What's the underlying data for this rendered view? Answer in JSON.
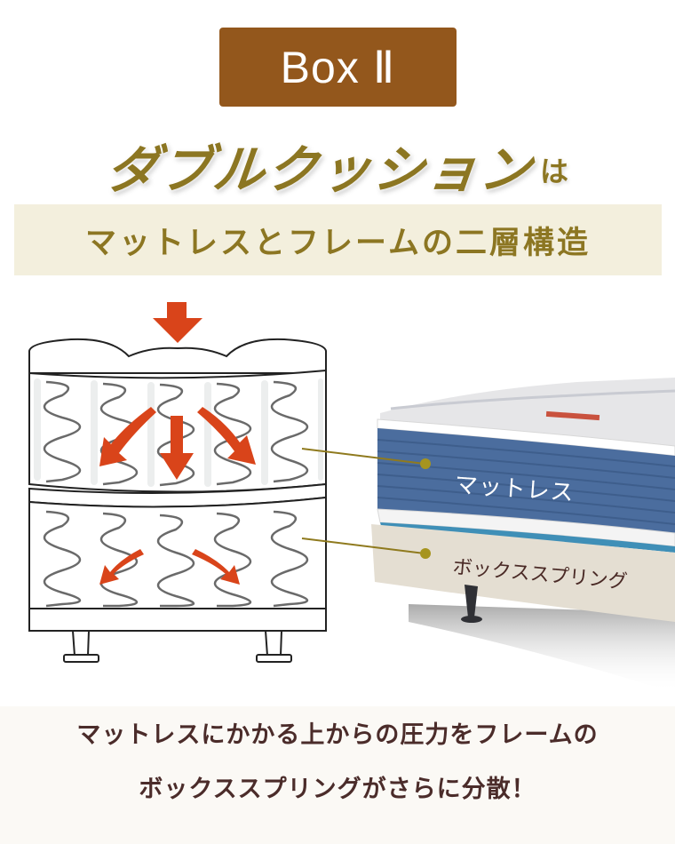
{
  "badge": {
    "label": "Box Ⅱ",
    "color": "#93571c"
  },
  "headline": {
    "main": "ダブルクッション",
    "suffix": "は",
    "color": "#8c7622"
  },
  "subheading": {
    "text": "マットレスとフレームの二層構造",
    "background": "#f3efdd",
    "color": "#8c7622"
  },
  "diagram": {
    "arrow_color": "#d9441a",
    "layers": [
      "mattress",
      "box-spring"
    ],
    "upper_springs": 5,
    "lower_springs": 5
  },
  "photo": {
    "labels": {
      "mattress": "マットレス",
      "box_spring": "ボックススプリング"
    },
    "connector_color": "#8f7a1e",
    "mattress_color": "#4b6d9e",
    "box_color": "#e4ded2"
  },
  "footer": {
    "line1": "マットレスにかかる上からの圧力をフレームの",
    "line2": "ボックススプリングがさらに分散！",
    "color": "#4b2c2a",
    "background": "#fbf9f5"
  }
}
